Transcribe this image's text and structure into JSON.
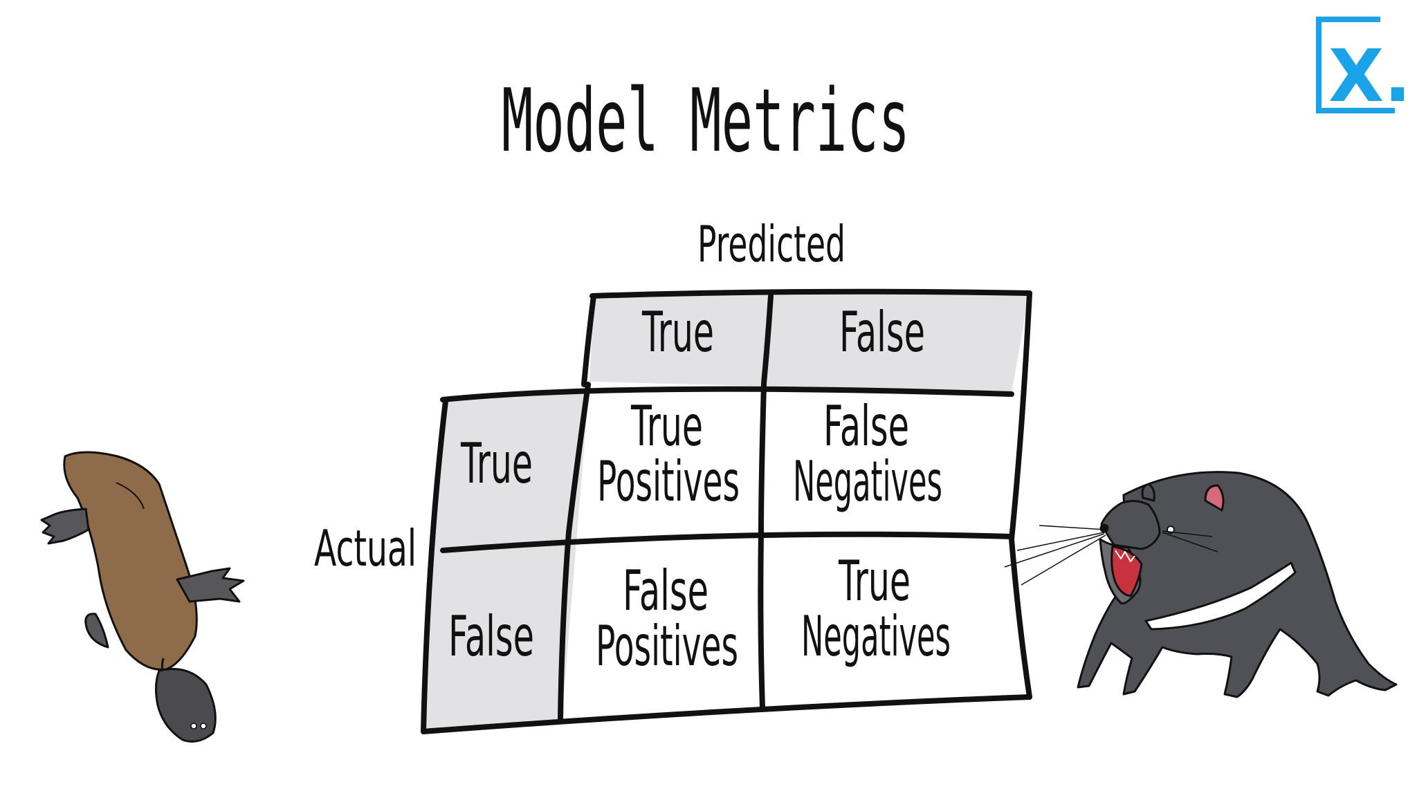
{
  "title": "Model Metrics",
  "labels": {
    "predicted": "Predicted",
    "actual": "Actual"
  },
  "predicted_headers": [
    "True",
    "False"
  ],
  "actual_headers": [
    "True",
    "False"
  ],
  "cells": {
    "true_positives": [
      "True",
      "Positives"
    ],
    "false_negatives": [
      "False",
      "Negatives"
    ],
    "false_positives": [
      "False",
      "Positives"
    ],
    "true_negatives": [
      "True",
      "Negatives"
    ]
  },
  "logo": {
    "text": "X.",
    "color": "#1aa3e8"
  },
  "colors": {
    "ink": "#111111",
    "header_fill": "#e2e2e4",
    "platypus_body": "#8f6c49",
    "platypus_bill": "#4a4a4f",
    "devil_body": "#505057",
    "devil_mouth": "#c8323f",
    "devil_ear": "#d66a7a"
  },
  "icons": {
    "left_animal": "platypus-icon",
    "right_animal": "tasmanian-devil-icon",
    "logo": "brand-logo-icon"
  }
}
